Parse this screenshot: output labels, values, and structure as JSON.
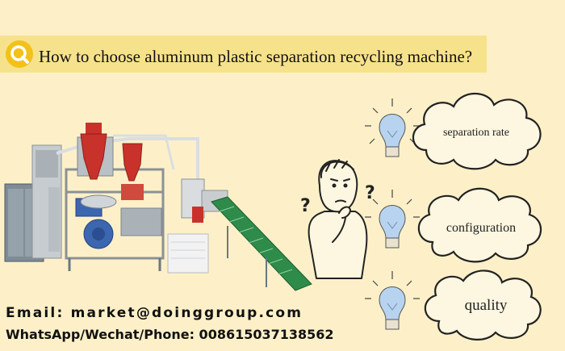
{
  "header": {
    "icon": "search-icon",
    "title": "How to choose aluminum plastic separation  recycling machine?"
  },
  "factors": [
    {
      "label": "separation rate"
    },
    {
      "label": "configuration"
    },
    {
      "label": "quality"
    }
  ],
  "contact": {
    "email": "Email: market@doinggroup.com",
    "phone": "WhatsApp/Wechat/Phone: 008615037138562"
  },
  "colors": {
    "background": "#fdf0c8",
    "banner": "#f7e28c",
    "badge": "#f2c21b",
    "machine_red": "#c8322a",
    "machine_blue": "#3c66b0",
    "conveyor_green": "#2e8b4a",
    "bulb_blue": "#b7d3ef"
  }
}
